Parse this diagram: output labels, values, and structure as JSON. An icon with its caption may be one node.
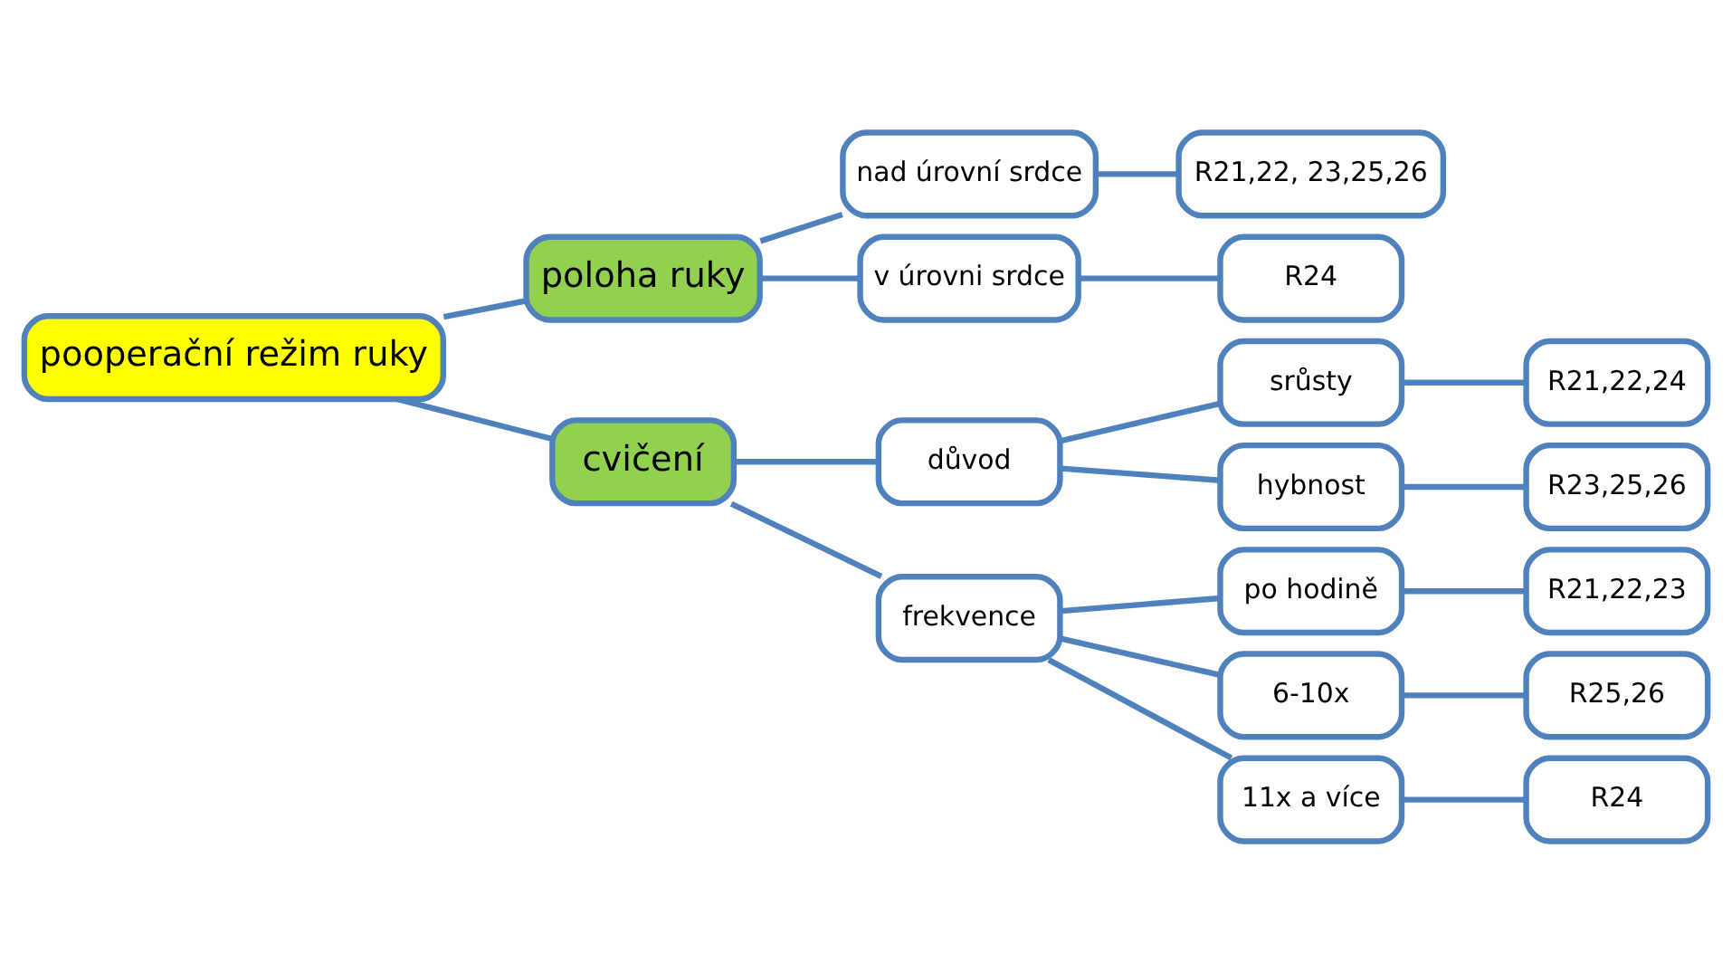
{
  "diagram": {
    "nodes": [
      {
        "text": [
          "pooperační režim ruky"
        ]
      },
      {
        "text": [
          "poloha ruky"
        ]
      },
      {
        "text": [
          "nad úrovní srdce"
        ]
      },
      {
        "text": [
          "R21,22, 23,25,26"
        ]
      },
      {
        "text": [
          "v úrovni srdce"
        ]
      },
      {
        "text": [
          "R24"
        ]
      },
      {
        "text": [
          "cvičení"
        ]
      },
      {
        "text": [
          "důvod"
        ]
      },
      {
        "text": [
          "srůsty"
        ]
      },
      {
        "text": [
          "R21,22,24"
        ]
      },
      {
        "text": [
          "hybnost"
        ]
      },
      {
        "text": [
          "R23,25,26"
        ]
      },
      {
        "text": [
          "frekvence"
        ]
      },
      {
        "text": [
          "po hodině"
        ]
      },
      {
        "text": [
          "R21,22,23"
        ]
      },
      {
        "text": [
          "6-10x"
        ]
      },
      {
        "text": [
          "R25,26"
        ]
      },
      {
        "text": [
          "11x a více"
        ]
      },
      {
        "text": [
          "R24"
        ]
      }
    ],
    "edges": [
      {
        "from": 0,
        "to": 1,
        "arrow": "none"
      },
      {
        "from": 1,
        "to": 2,
        "arrow": "none"
      },
      {
        "from": 2,
        "to": 3,
        "arrow": "none"
      },
      {
        "from": 1,
        "to": 4,
        "arrow": "none"
      },
      {
        "from": 4,
        "to": 5,
        "arrow": "none"
      },
      {
        "from": 0,
        "to": 6,
        "arrow": "none"
      },
      {
        "from": 6,
        "to": 7,
        "arrow": "none"
      },
      {
        "from": 7,
        "to": 8,
        "arrow": "none"
      },
      {
        "from": 8,
        "to": 9,
        "arrow": "none"
      },
      {
        "from": 7,
        "to": 10,
        "arrow": "none"
      },
      {
        "from": 10,
        "to": 11,
        "arrow": "none"
      },
      {
        "from": 6,
        "to": 12,
        "arrow": "none"
      },
      {
        "from": 12,
        "to": 13,
        "arrow": "none"
      },
      {
        "from": 13,
        "to": 14,
        "arrow": "none"
      },
      {
        "from": 12,
        "to": 15,
        "arrow": "none"
      },
      {
        "from": 15,
        "to": 16,
        "arrow": "none"
      },
      {
        "from": 12,
        "to": 17,
        "arrow": "none"
      },
      {
        "from": 17,
        "to": 18,
        "arrow": "none"
      }
    ]
  }
}
